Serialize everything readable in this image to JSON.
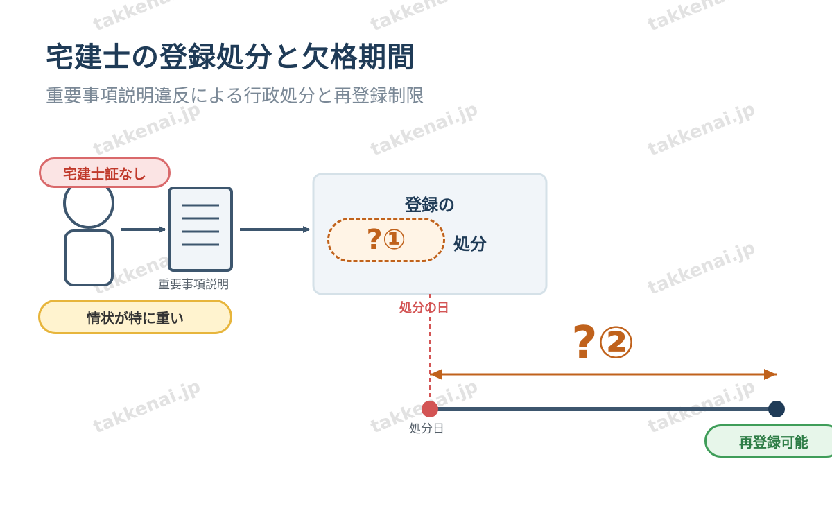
{
  "header": {
    "title": "宅建士の登録処分と欠格期間",
    "subtitle": "重要事項説明違反による行政処分と再登録制限"
  },
  "left": {
    "no_license_badge": "宅建士証なし",
    "serious_badge": "情状が特に重い",
    "document_label": "重要事項説明"
  },
  "disposition_box": {
    "title": "登録の",
    "blank_label": "?①",
    "suffix": "処分"
  },
  "timeline": {
    "disposition_date_label": "処分の日",
    "period_blank_label": "?②",
    "start_label": "処分日",
    "end_badge": "再登録可能"
  },
  "watermark": "takkenai.jp",
  "colors": {
    "navy": "#1f3b57",
    "slate": "#3d566e",
    "red": "#d35454",
    "orange": "#c0621c",
    "green": "#3f9d59",
    "yellow": "#e7b53c"
  }
}
